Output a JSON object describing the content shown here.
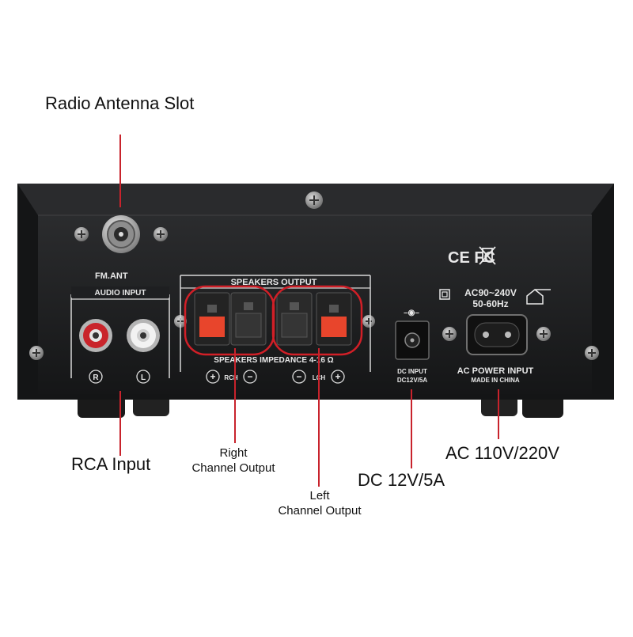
{
  "callouts": {
    "radio_antenna": "Radio Antenna Slot",
    "rca_input": "RCA Input",
    "right_channel": [
      "Right",
      "Channel Output"
    ],
    "left_channel": [
      "Left",
      "Channel Output"
    ],
    "dc_power": "DC 12V/5A",
    "ac_power": "AC 110V/220V"
  },
  "panel": {
    "fm_ant": "FM.ANT",
    "audio_input": "AUDIO INPUT",
    "jack_r": "R",
    "jack_l": "L",
    "speakers_output": "SPEAKERS OUTPUT",
    "speakers_impedance": "SPEAKERS IMPEDANCE 4-16 Ω",
    "rch": "RCH",
    "lch": "LCH",
    "plus": "+",
    "minus": "−",
    "dc_input_1": "DC INPUT",
    "dc_input_2": "DC12V/5A",
    "certifications": "CE  FC",
    "ac_rating_1": "AC90~240V",
    "ac_rating_2": "50-60Hz",
    "ac_power_input": "AC POWER INPUT",
    "made_in": "MADE IN CHINA"
  },
  "colors": {
    "callout_line": "#c8232c",
    "highlight_ring": "#d11f27",
    "chassis": "#1c1d1f",
    "speaker_red": "#e8452c",
    "speaker_black": "#2a2a2a"
  }
}
